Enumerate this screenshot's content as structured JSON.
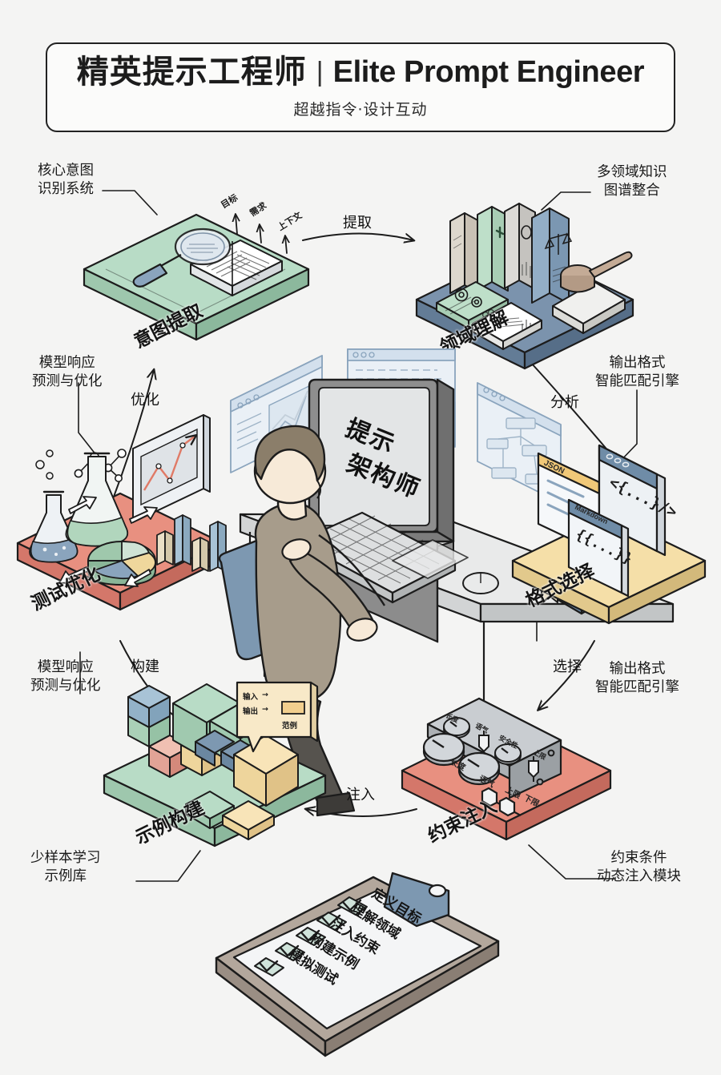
{
  "header": {
    "title_cn": "精英提示工程师",
    "separator": "|",
    "title_en": "Elite Prompt Engineer",
    "subtitle": "超越指令·设计互动"
  },
  "colors": {
    "background": "#f4f4f3",
    "ink": "#1c1c1c",
    "platform_green": "#b8dcc6",
    "platform_green_side": "#9ec7ad",
    "platform_blue": "#7b93ad",
    "platform_blue_side": "#637c96",
    "platform_salmon": "#e89080",
    "platform_salmon_side": "#d4776a",
    "platform_yellow": "#f5dfa8",
    "platform_yellow_side": "#e2c98c",
    "paper": "#f2f4f6",
    "accent_slate": "#8aa4bd",
    "wood": "#b3a79c"
  },
  "annotations": [
    {
      "id": "core-intent",
      "lines": [
        "核心意图",
        "识别系统"
      ]
    },
    {
      "id": "multi-domain",
      "lines": [
        "多领域知识",
        "图谱整合"
      ]
    },
    {
      "id": "model-response-top",
      "lines": [
        "模型响应",
        "预测与优化"
      ]
    },
    {
      "id": "output-format-top",
      "lines": [
        "输出格式",
        "智能匹配引擎"
      ]
    },
    {
      "id": "model-response-bottom",
      "lines": [
        "模型响应",
        "预测与优化"
      ]
    },
    {
      "id": "output-format-bottom",
      "lines": [
        "输出格式",
        "智能匹配引擎"
      ]
    },
    {
      "id": "few-shot",
      "lines": [
        "少样本学习",
        "示例库"
      ]
    },
    {
      "id": "constraint-cond",
      "lines": [
        "约束条件",
        "动态注入模块"
      ]
    }
  ],
  "flow_verbs": [
    {
      "id": "extract",
      "label": "提取"
    },
    {
      "id": "analyze",
      "label": "分析"
    },
    {
      "id": "optimize",
      "label": "优化"
    },
    {
      "id": "build",
      "label": "构建"
    },
    {
      "id": "inject",
      "label": "注入"
    },
    {
      "id": "select",
      "label": "选择"
    }
  ],
  "platforms": [
    {
      "id": "intent-extraction",
      "title": "意图提取",
      "color": "#b8dcc6"
    },
    {
      "id": "domain-understanding",
      "title": "领域理解",
      "color": "#7b93ad"
    },
    {
      "id": "test-optimization",
      "title": "测试优化",
      "color": "#e89080"
    },
    {
      "id": "format-selection",
      "title": "格式选择",
      "color": "#f5dfa8"
    },
    {
      "id": "example-construction",
      "title": "示例构建",
      "color": "#b8dcc6"
    },
    {
      "id": "constraint-injection",
      "title": "约束注入",
      "color": "#e89080"
    }
  ],
  "intent_arrows": [
    "目标",
    "需求",
    "上下文"
  ],
  "center": {
    "screen_line1": "提示",
    "screen_line2": "架构师"
  },
  "format_cards": [
    {
      "id": "json-card",
      "tag": "JSON",
      "body": ""
    },
    {
      "id": "markdown-card",
      "tag": "Markdown",
      "body": "{{...}}"
    },
    {
      "id": "code-card",
      "tag": "",
      "body": "<{...}/>"
    }
  ],
  "example_bubble": {
    "row1_from": "输入",
    "row1_arrow": "→",
    "row2_from": "输出",
    "row2_arrow": "→",
    "result": "范例"
  },
  "mixer": {
    "upper_knobs": [
      "长度",
      "语气",
      "安全性",
      "上限"
    ],
    "lower_knobs": [
      "长度",
      "语气",
      "上限",
      "下限"
    ]
  },
  "checklist": {
    "items": [
      "定义目标",
      "理解领域",
      "注入约束",
      "构建示例",
      "模拟测试"
    ],
    "check_glyph": "✓"
  }
}
